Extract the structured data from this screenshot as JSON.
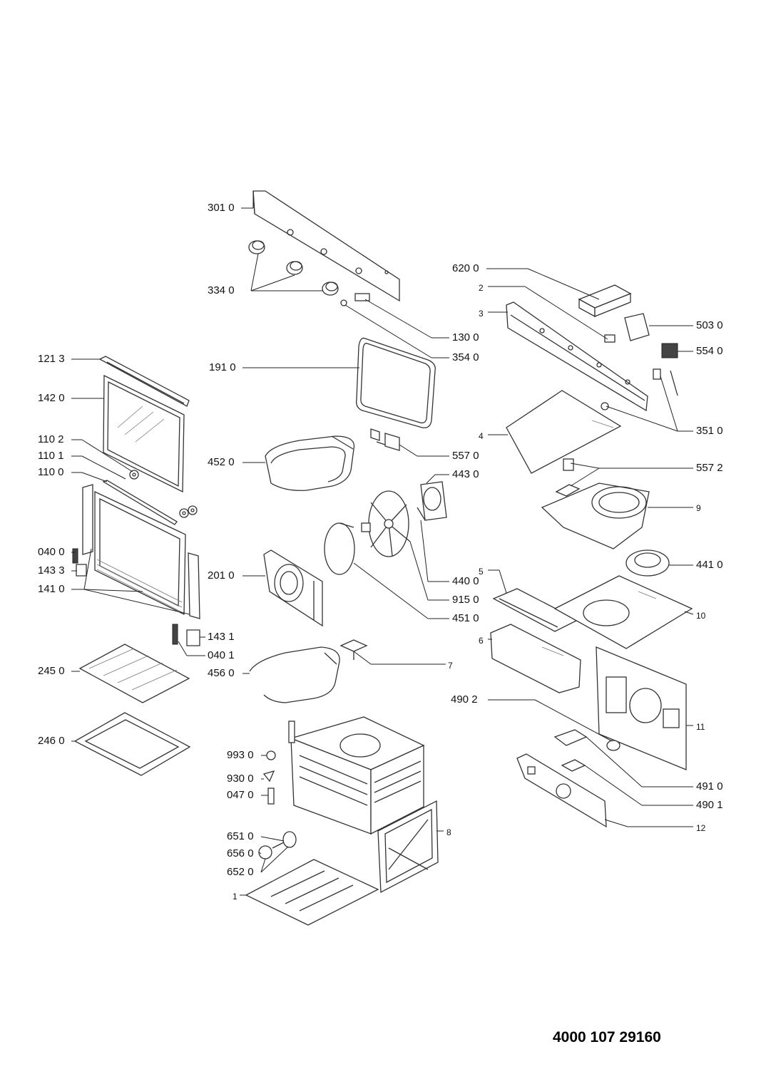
{
  "document_number": "4000 107 29160",
  "labels": {
    "l3010": "301 0",
    "l3340": "334 0",
    "l1300": "130 0",
    "l3540": "354 0",
    "l1910": "191 0",
    "l1213": "121 3",
    "l1420": "142 0",
    "l1102": "110 2",
    "l1101": "110 1",
    "l1100": "110 0",
    "l4520": "452 0",
    "l5570": "557 0",
    "l4430": "443 0",
    "l0400": "040 0",
    "l1433": "143 3",
    "l1410": "141 0",
    "l2010": "201 0",
    "l4400": "440 0",
    "l9150": "915 0",
    "l4510": "451 0",
    "l1431": "143 1",
    "l0401": "040 1",
    "l2450": "245 0",
    "l4560": "456 0",
    "l7": "7",
    "l2460": "246 0",
    "l9930": "993 0",
    "l9300": "930 0",
    "l0470": "047 0",
    "l6510": "651 0",
    "l6560": "656 0",
    "l6520": "652 0",
    "l1": "1",
    "l8": "8",
    "l6200": "620 0",
    "l2": "2",
    "l3": "3",
    "l5030": "503 0",
    "l5540": "554 0",
    "l3510": "351 0",
    "l4": "4",
    "l5572": "557 2",
    "l9": "9",
    "l4410": "441 0",
    "l5": "5",
    "l10": "10",
    "l6": "6",
    "l11": "11",
    "l4902": "490 2",
    "l4910": "491 0",
    "l4901": "490 1",
    "l12": "12"
  }
}
